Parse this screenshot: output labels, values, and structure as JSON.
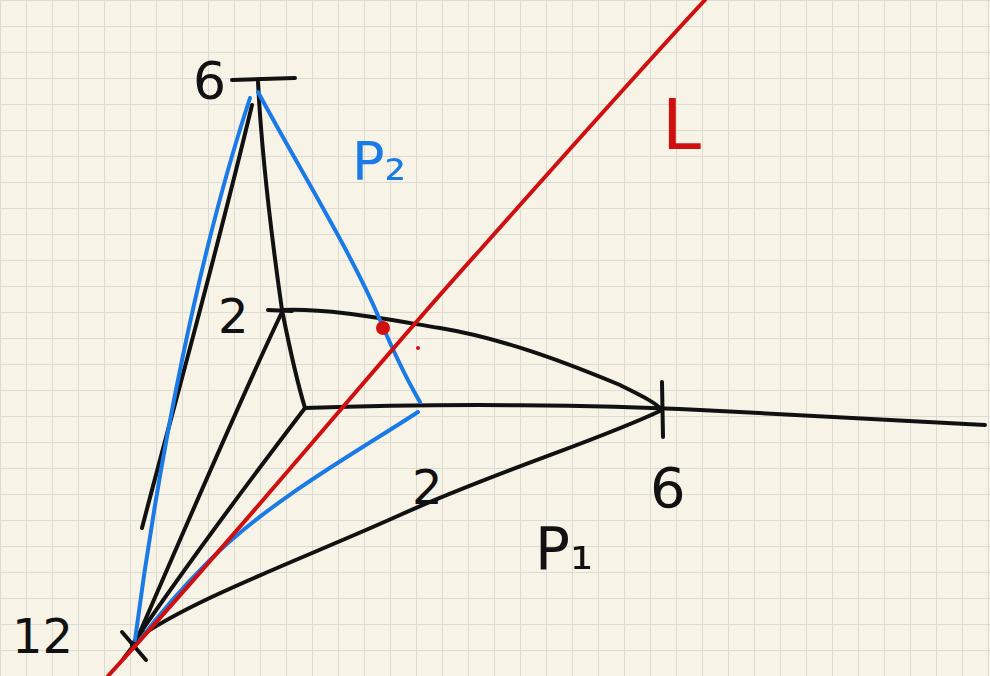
{
  "diagram": {
    "labels": [
      "6",
      "P₂",
      "L",
      "2",
      "2",
      "6",
      "P₁",
      "12"
    ]
  }
}
